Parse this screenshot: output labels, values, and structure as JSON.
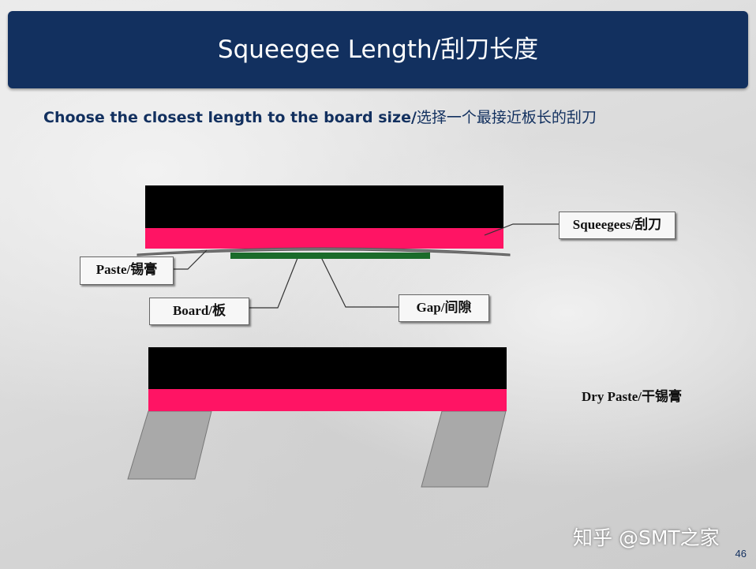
{
  "slide": {
    "title": "Squeegee Length/刮刀长度",
    "subtitle_en": "Choose the closest length to the board size/",
    "subtitle_cn": "选择一个最接近板长的刮刀",
    "page_number": "46"
  },
  "labels": {
    "squeegees": "Squeegees/刮刀",
    "paste": "Paste/锡膏",
    "board": "Board/板",
    "gap": "Gap/间隙",
    "dry_paste": "Dry Paste/干锡膏"
  },
  "watermark": {
    "text": "知乎 @SMT之家"
  },
  "colors": {
    "title_bar": "#12305f",
    "squeegee_blade": "#ff1464",
    "holder": "#000000",
    "board": "#1a6b2a",
    "dry_paste_blocks": "#a9a9a9"
  }
}
